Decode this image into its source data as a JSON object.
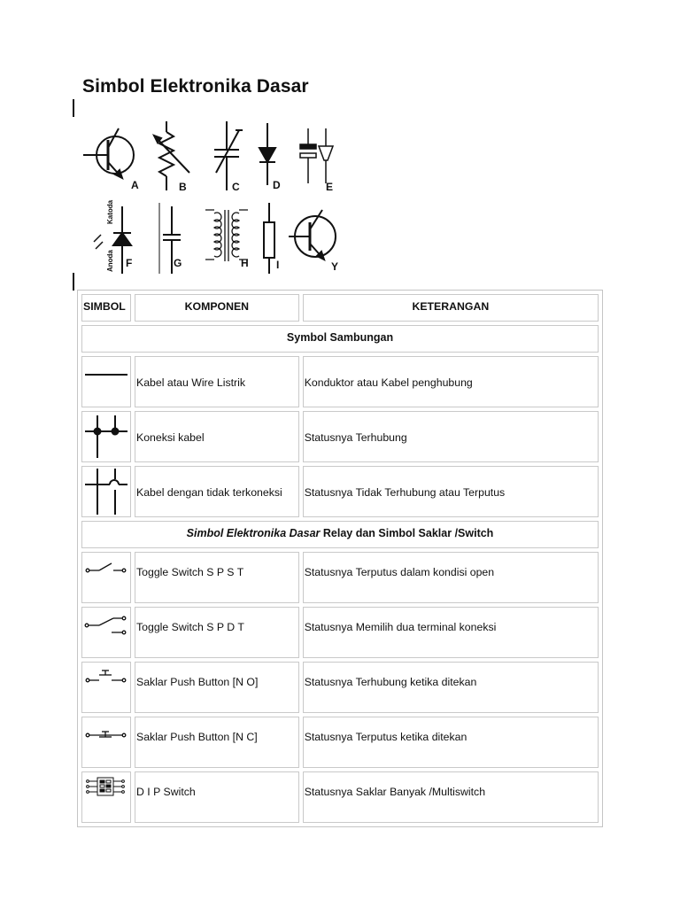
{
  "title": "Simbol Elektronika Dasar",
  "symbols_image": {
    "labels": [
      "A",
      "B",
      "C",
      "D",
      "E",
      "F",
      "G",
      "H",
      "I",
      "Y"
    ],
    "led_text_top": "Katoda",
    "led_text_bottom": "Anoda"
  },
  "table": {
    "headers": {
      "simbol": "SIMBOL",
      "komponen": "KOMPONEN",
      "keterangan": "KETERANGAN"
    },
    "section1": "Symbol Sambungan",
    "section2_italic": "Simbol Elektronika Dasar",
    "section2_rest": " Relay dan Simbol Saklar /Switch",
    "rows": [
      {
        "komponen": "Kabel atau Wire Listrik",
        "keterangan": "Konduktor atau Kabel penghubung",
        "icon": "wire-symbol"
      },
      {
        "komponen": "Koneksi kabel",
        "keterangan": "Statusnya Terhubung",
        "icon": "junction-symbol"
      },
      {
        "komponen": "Kabel dengan tidak terkoneksi",
        "keterangan": "Statusnya Tidak Terhubung atau Terputus",
        "icon": "crossover-symbol"
      },
      {
        "komponen": "Toggle Switch S P S T",
        "keterangan": "Statusnya Terputus dalam kondisi open",
        "icon": "spst-switch-symbol"
      },
      {
        "komponen": "Toggle Switch S P D T",
        "keterangan": "Statusnya Memilih dua terminal koneksi",
        "icon": "spdt-switch-symbol"
      },
      {
        "komponen": "Saklar Push Button [N O]",
        "keterangan": "Statusnya Terhubung ketika ditekan",
        "icon": "push-button-no-symbol"
      },
      {
        "komponen": "Saklar Push Button [N C]",
        "keterangan": "Statusnya Terputus ketika ditekan",
        "icon": "push-button-nc-symbol"
      },
      {
        "komponen": "D I P Switch",
        "keterangan": "Statusnya Saklar Banyak /Multiswitch",
        "icon": "dip-switch-symbol"
      }
    ]
  }
}
